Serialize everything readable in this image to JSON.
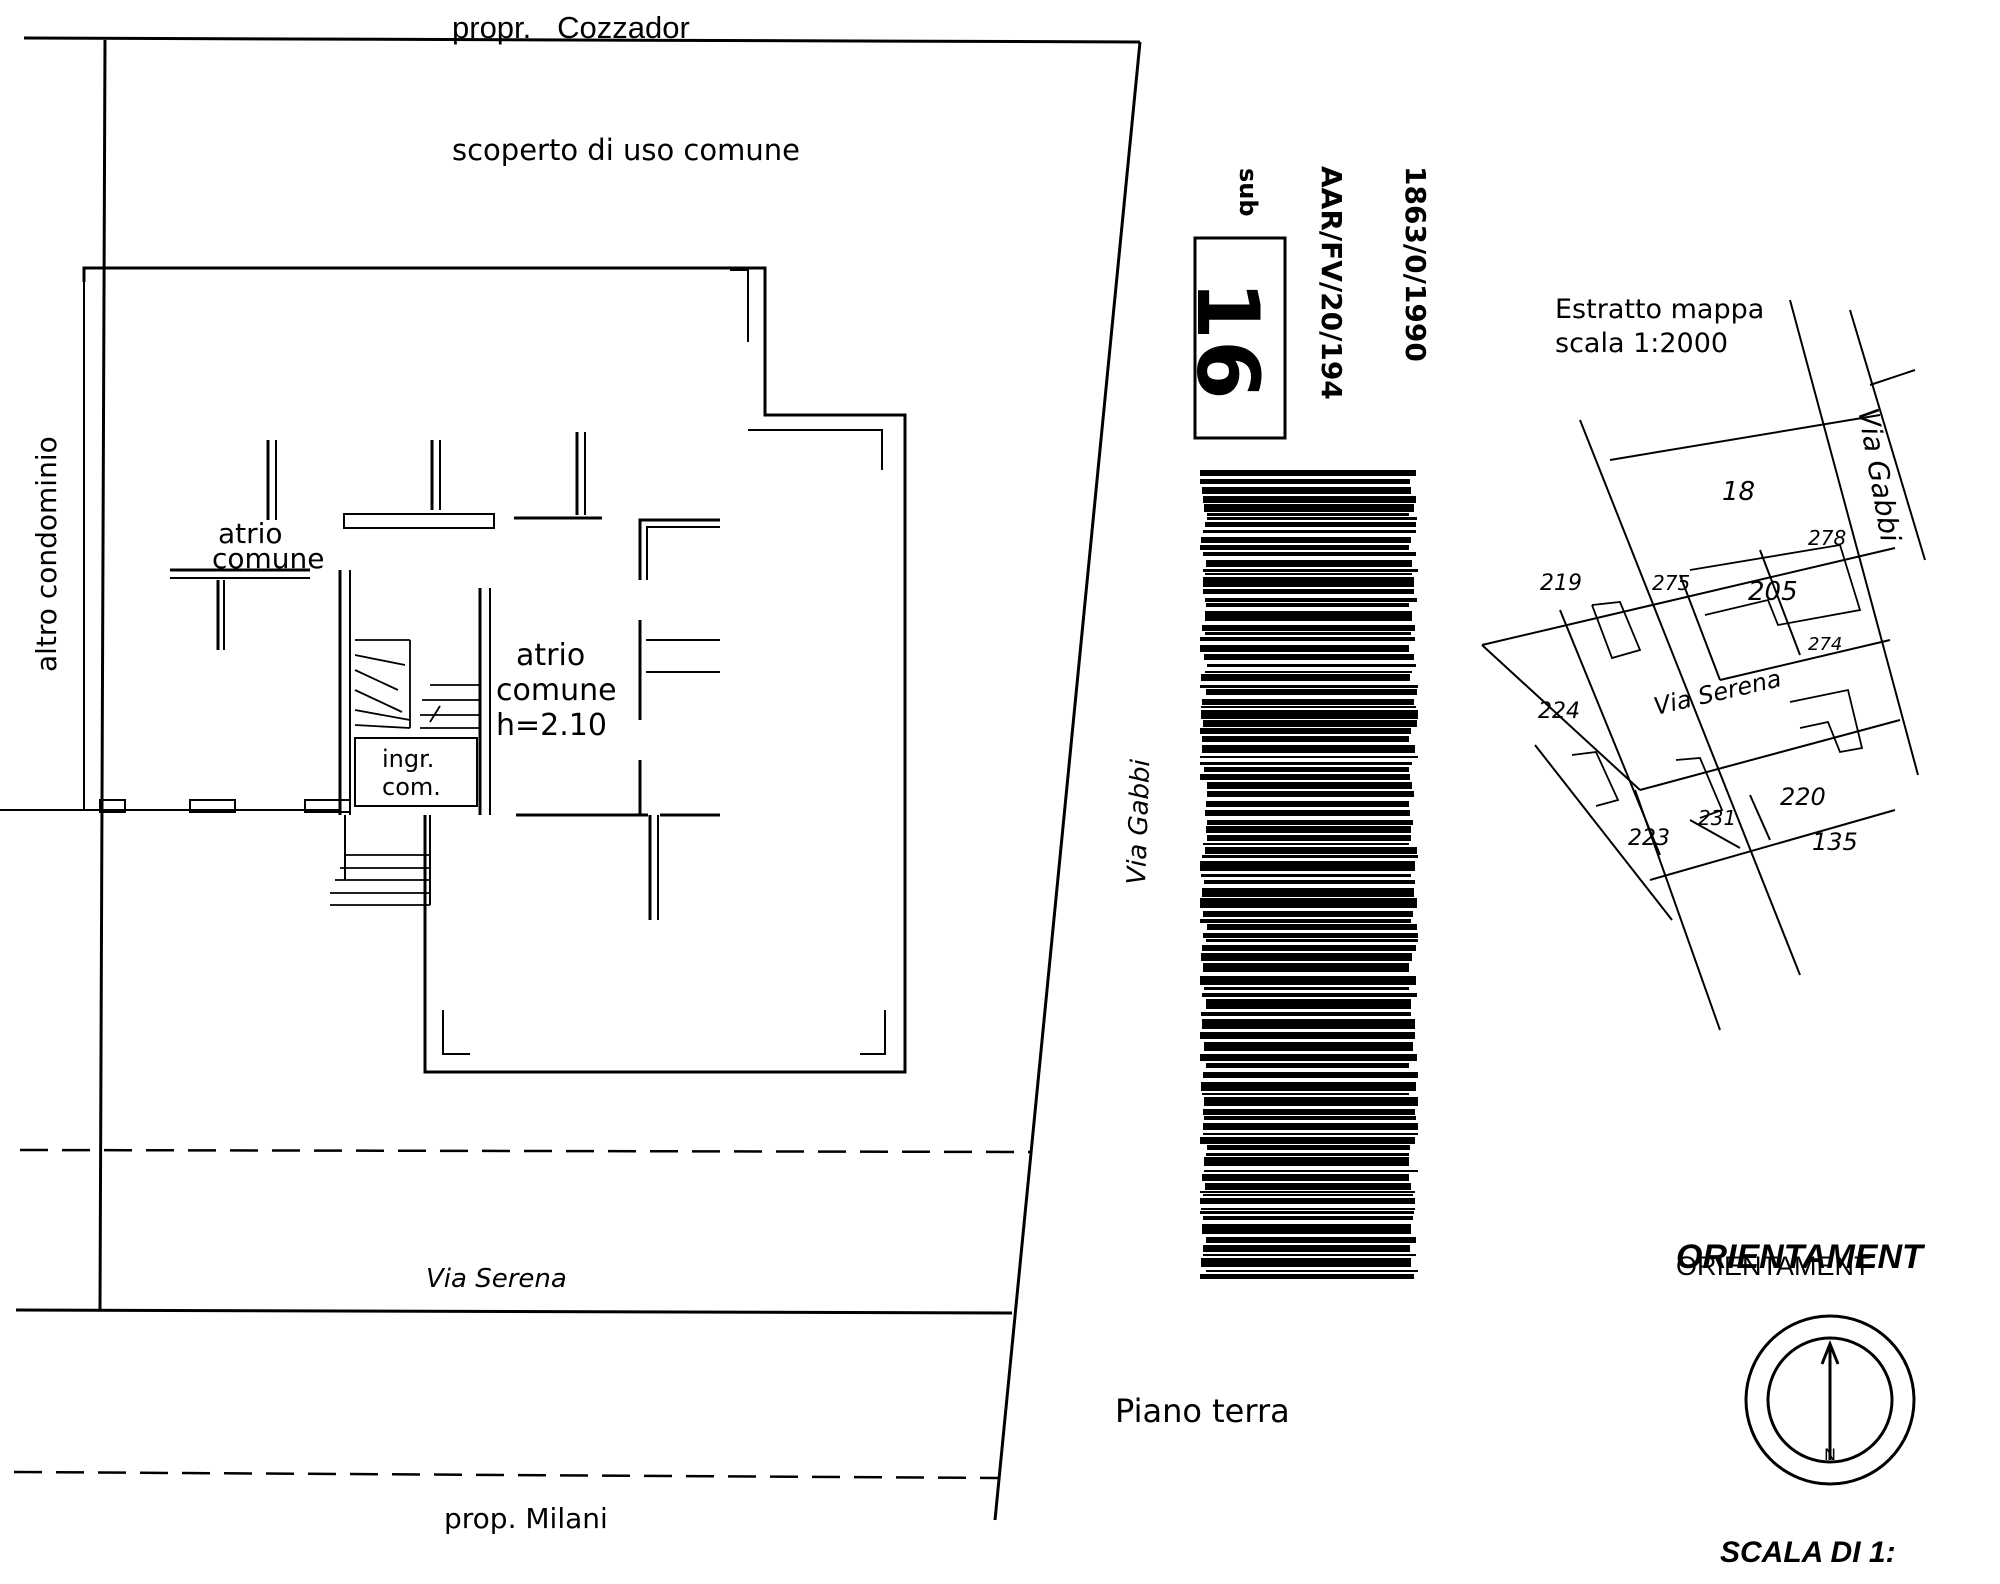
{
  "labels": {
    "top_owner": "propr.   Cozzador",
    "common_yard": "scoperto di uso comune",
    "other_condo": "altro condominio",
    "atrium_left_line1": "atrio",
    "atrium_left_line2": "comune",
    "atrium_center_line1": "atrio",
    "atrium_center_line2": "comune",
    "atrium_center_height": "h=2.10",
    "entrance_line1": "ingr.",
    "entrance_line2": "com.",
    "street_serena": "Via Serena",
    "street_gabbi": "Via Gabbi",
    "bottom_owner": "prop. Milani",
    "floor_name": "Piano terra"
  },
  "stamp": {
    "sub_label": "sub",
    "sub_number": "16",
    "protocol": "AAR/FV/20/194",
    "date": "1863/0/1990"
  },
  "extract": {
    "title_line1": "Estratto  mappa",
    "title_line2": "scala  1:2000",
    "street": "Via Gabbi",
    "street2": "Via Serena",
    "parcels": [
      "18",
      "278",
      "219",
      "275",
      "205",
      "274",
      "224",
      "223",
      "231",
      "220",
      "135"
    ]
  },
  "orientation": {
    "title": "ORIENTAMENT",
    "title_overlay": "ORIENTAMENT",
    "north": "N"
  },
  "scale_label": "SCALA DI 1:"
}
